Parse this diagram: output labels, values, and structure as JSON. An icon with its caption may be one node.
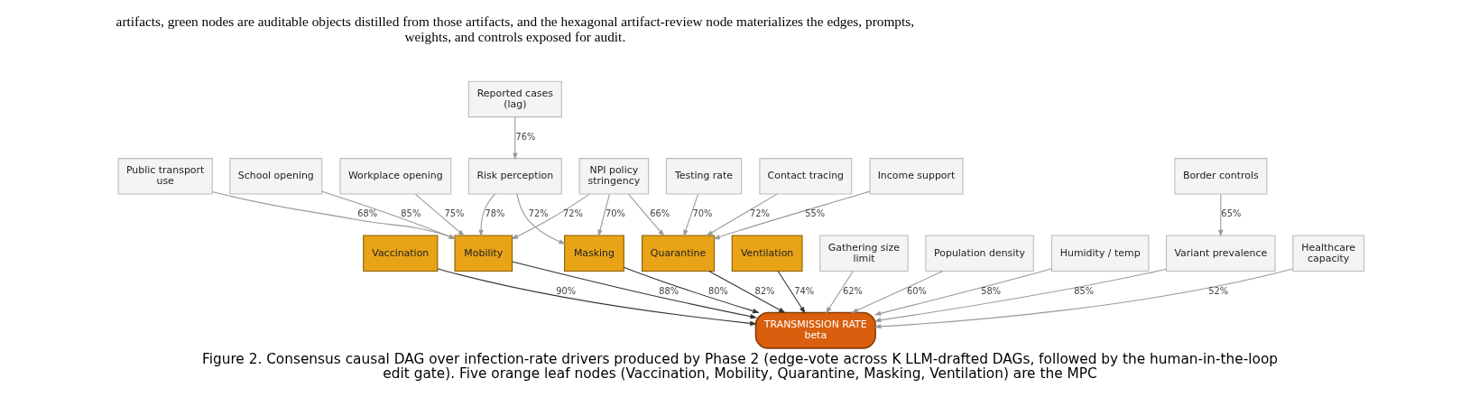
{
  "diagram": {
    "caption": "Figure 2. Consensus causal DAG over infection-rate drivers produced by Phase 2 (edge-vote across K LLM-drafted DAGs, followed by the human-in-the-loop edit gate). Five orange leaf nodes (Vaccination, Mobility, Quarantine, Masking, Ventilation) are the MPC",
    "nodes": [
      {
        "text": [
          "Reported cases (lag)"
        ]
      },
      {
        "text": [
          "School opening"
        ]
      },
      {
        "text": [
          "Workplace opening"
        ]
      },
      {
        "text": [
          "Public transport use"
        ]
      },
      {
        "text": [
          "NPI policy stringency"
        ]
      },
      {
        "text": [
          "Testing rate"
        ]
      },
      {
        "text": [
          "Contact tracing"
        ]
      },
      {
        "text": [
          "Risk perception"
        ]
      },
      {
        "text": [
          "Income support"
        ]
      },
      {
        "text": [
          "Border controls"
        ]
      },
      {
        "text": [
          "Vaccination"
        ]
      },
      {
        "text": [
          "Mobility"
        ]
      },
      {
        "text": [
          "Quarantine"
        ]
      },
      {
        "text": [
          "Masking"
        ]
      },
      {
        "text": [
          "Ventilation"
        ]
      },
      {
        "text": [
          "Gathering size limit"
        ]
      },
      {
        "text": [
          "Population density"
        ]
      },
      {
        "text": [
          "Humidity / temp"
        ]
      },
      {
        "text": [
          "Variant prevalence"
        ]
      },
      {
        "text": [
          "Healthcare capacity"
        ]
      },
      {
        "text": [
          "TRANSMISSION RATE beta"
        ]
      }
    ],
    "edges": [
      {
        "from": 0,
        "to": 7,
        "arrow": "to",
        "label": "76%"
      },
      {
        "from": 1,
        "to": 11,
        "arrow": "to",
        "label": "85%"
      },
      {
        "from": 4,
        "to": 11,
        "arrow": "to",
        "label": "72%"
      },
      {
        "from": 2,
        "to": 11,
        "arrow": "to",
        "label": "75%"
      },
      {
        "from": 3,
        "to": 11,
        "arrow": "to",
        "label": "68%"
      },
      {
        "from": 7,
        "to": 11,
        "arrow": "to",
        "label": "78%"
      },
      {
        "from": 4,
        "to": 12,
        "arrow": "to",
        "label": "66%"
      },
      {
        "from": 5,
        "to": 12,
        "arrow": "to",
        "label": "70%"
      },
      {
        "from": 6,
        "to": 12,
        "arrow": "to",
        "label": "72%"
      },
      {
        "from": 4,
        "to": 13,
        "arrow": "to",
        "label": "70%"
      },
      {
        "from": 8,
        "to": 12,
        "arrow": "to",
        "label": "55%"
      },
      {
        "from": 7,
        "to": 13,
        "arrow": "to",
        "label": "72%"
      },
      {
        "from": 9,
        "to": 18,
        "arrow": "to",
        "label": "65%"
      },
      {
        "from": 10,
        "to": 20,
        "arrow": "to",
        "label": "90%",
        "color": "#333333"
      },
      {
        "from": 11,
        "to": 20,
        "arrow": "to",
        "label": "88%",
        "color": "#333333"
      },
      {
        "from": 12,
        "to": 20,
        "arrow": "to",
        "label": "82%",
        "color": "#333333"
      },
      {
        "from": 13,
        "to": 20,
        "arrow": "to",
        "label": "80%",
        "color": "#333333"
      },
      {
        "from": 14,
        "to": 20,
        "arrow": "to",
        "label": "74%",
        "color": "#333333"
      },
      {
        "from": 15,
        "to": 20,
        "arrow": "to",
        "label": "62%"
      },
      {
        "from": 16,
        "to": 20,
        "arrow": "to",
        "label": "60%"
      },
      {
        "from": 17,
        "to": 20,
        "arrow": "to",
        "label": "58%"
      },
      {
        "from": 18,
        "to": 20,
        "arrow": "to",
        "label": "85%"
      },
      {
        "from": 19,
        "to": 20,
        "arrow": "to",
        "label": "52%"
      }
    ],
    "labels": [
      "artifacts, green nodes are auditable objects distilled from those artifacts, and the hexagonal artifact-review node materializes the edges, prompts, weights, and controls exposed for audit."
    ]
  }
}
